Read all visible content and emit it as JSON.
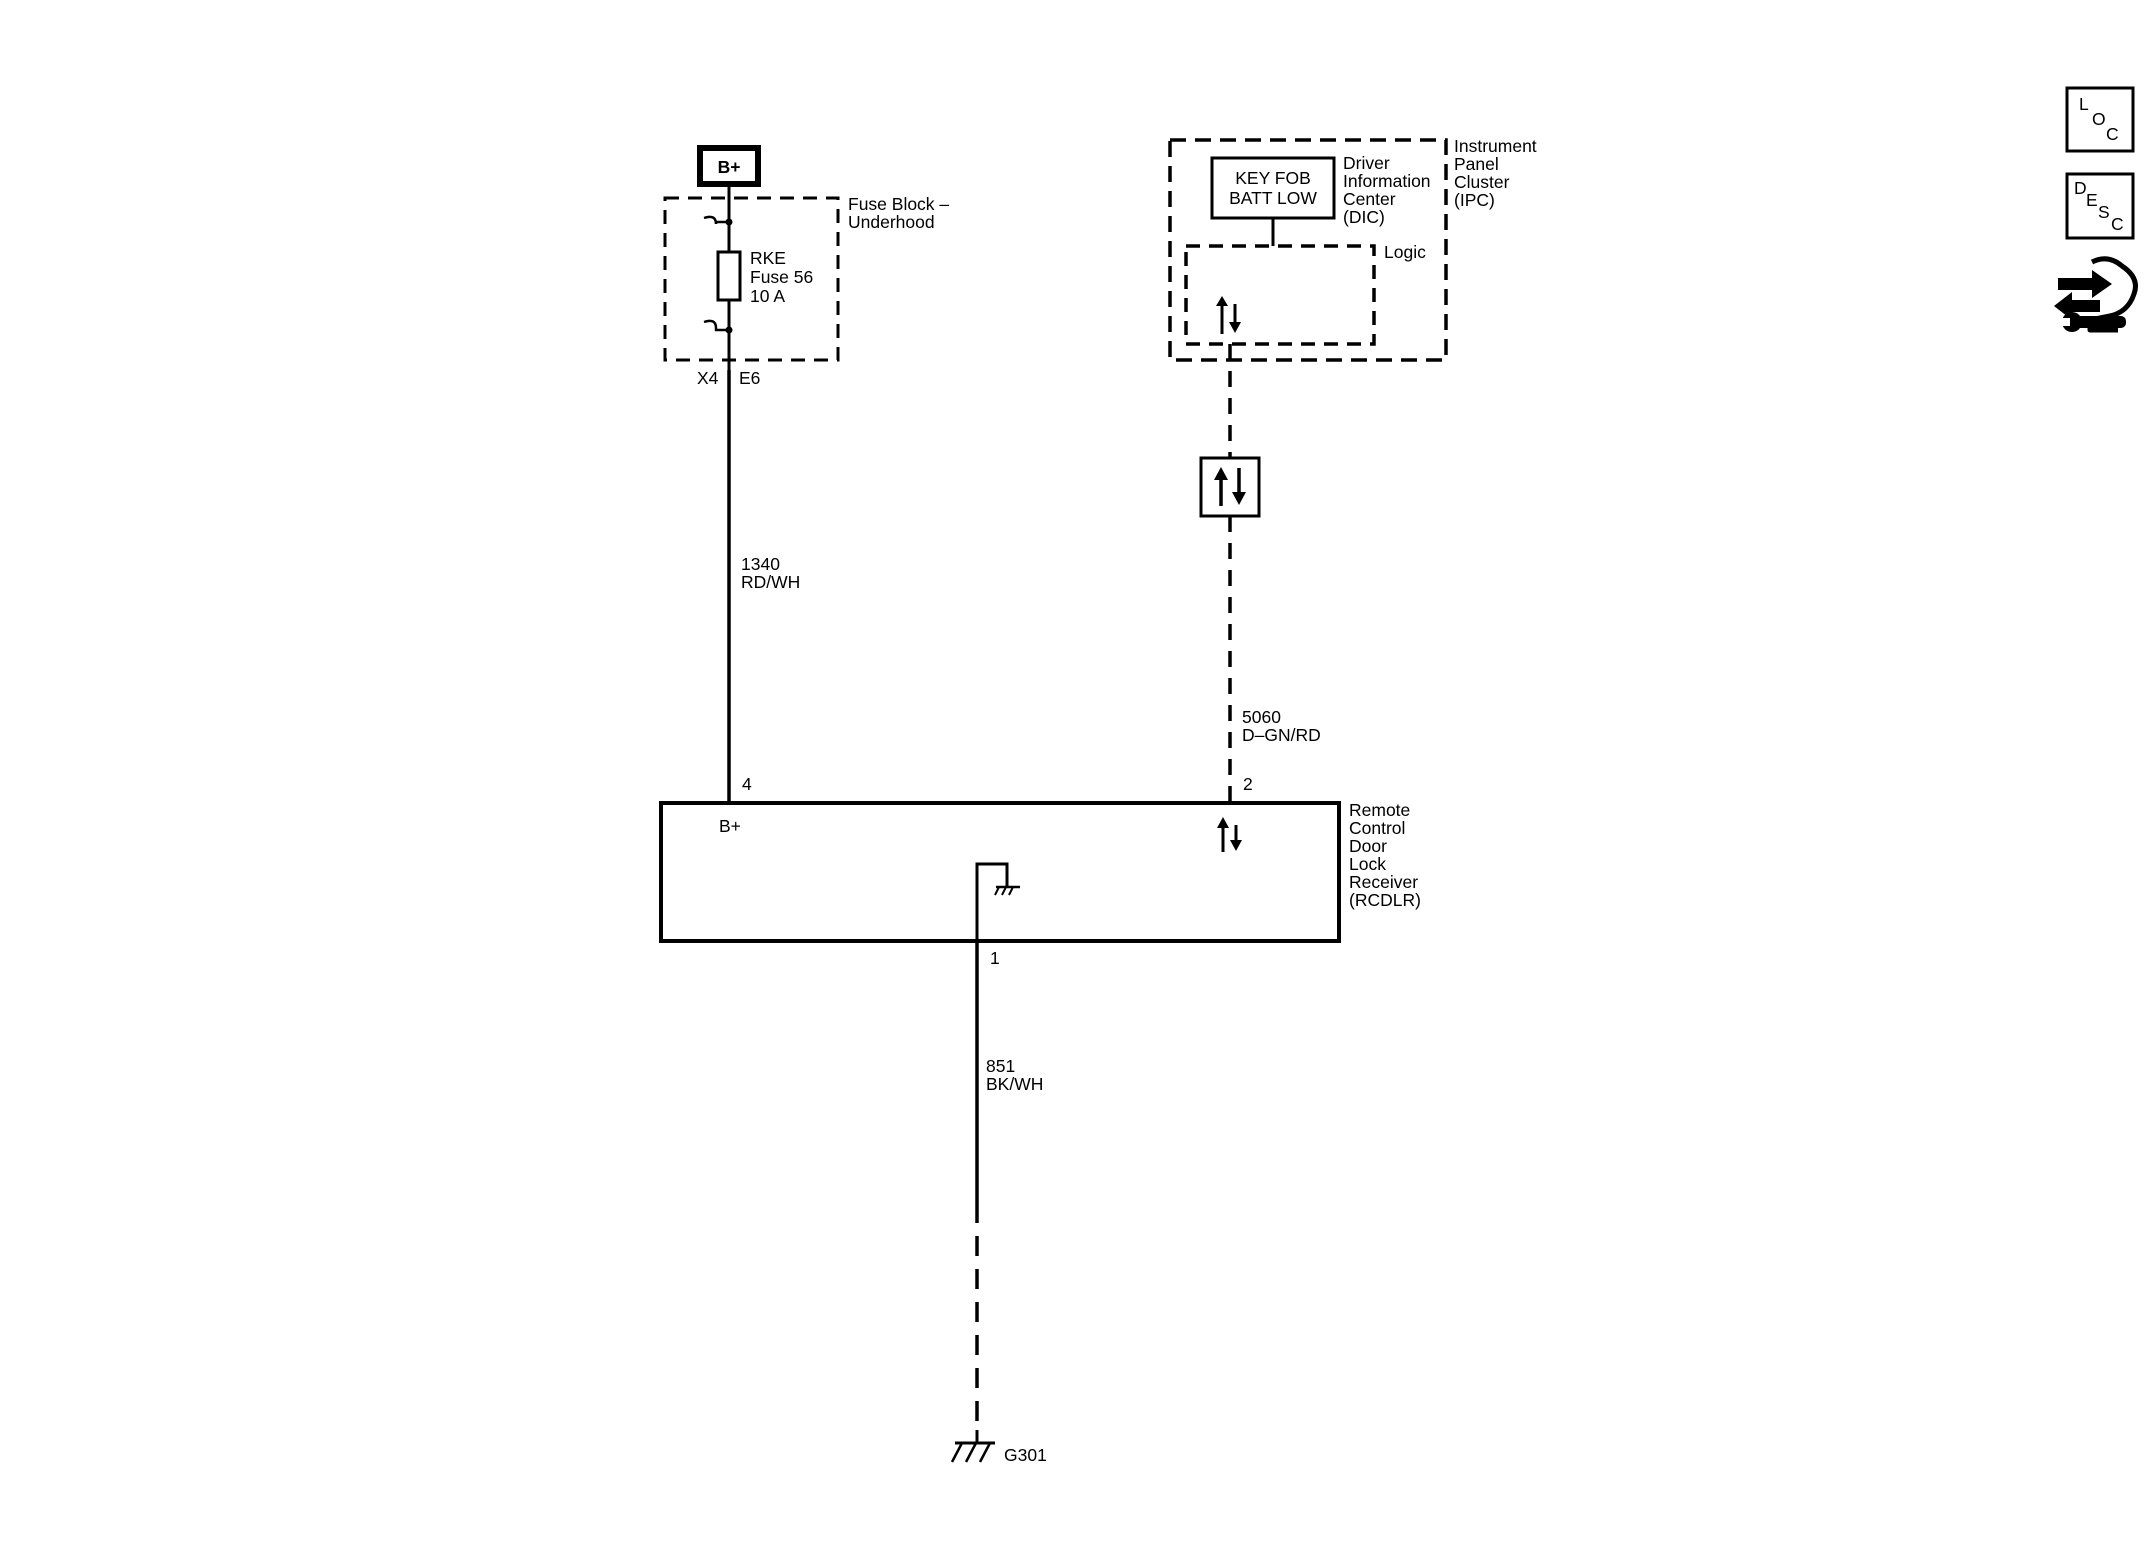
{
  "power": {
    "source_label": "B+"
  },
  "fuse_block": {
    "name_line1": "Fuse Block –",
    "name_line2": "Underhood",
    "fuse_line1": "RKE",
    "fuse_line2": "Fuse 56",
    "fuse_line3": "10 A",
    "connector_left": "X4",
    "connector_right": "E6"
  },
  "wires": {
    "power_wire": {
      "circuit": "1340",
      "color": "RD/WH",
      "pin": "4"
    },
    "data_wire": {
      "circuit": "5060",
      "color": "D–GN/RD",
      "pin": "2"
    },
    "ground_wire": {
      "circuit": "851",
      "color": "BK/WH",
      "pin": "1"
    }
  },
  "ipc": {
    "name_line1": "Instrument",
    "name_line2": "Panel",
    "name_line3": "Cluster",
    "name_line4": "(IPC)",
    "dic_line1": "Driver",
    "dic_line2": "Information",
    "dic_line3": "Center",
    "dic_line4": "(DIC)",
    "message_line1": "KEY FOB",
    "message_line2": "BATT LOW",
    "logic_label": "Logic"
  },
  "receiver": {
    "bplus_label": "B+",
    "name_line1": "Remote",
    "name_line2": "Control",
    "name_line3": "Door",
    "name_line4": "Lock",
    "name_line5": "Receiver",
    "name_line6": "(RCDLR)"
  },
  "ground": {
    "label": "G301"
  },
  "side_buttons": {
    "loc": {
      "c1": "L",
      "c2": "O",
      "c3": "C"
    },
    "desc": {
      "c1": "D",
      "c2": "E",
      "c3": "S",
      "c4": "C"
    },
    "diagnostic_icon": "arrows-wrench-icon"
  }
}
